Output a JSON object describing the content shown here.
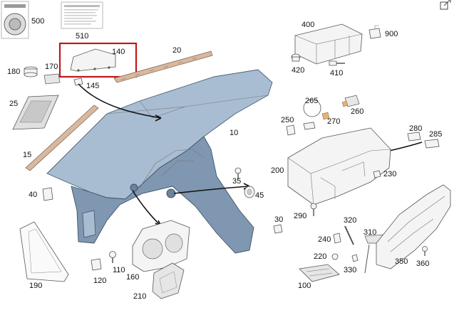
{
  "parts": [
    {
      "id": "part-500",
      "number": "500"
    },
    {
      "id": "part-510",
      "number": "510"
    },
    {
      "id": "part-400",
      "number": "400"
    },
    {
      "id": "part-900",
      "number": "900"
    },
    {
      "id": "part-420",
      "number": "420"
    },
    {
      "id": "part-410",
      "number": "410"
    },
    {
      "id": "part-140",
      "number": "140"
    },
    {
      "id": "part-20",
      "number": "20"
    },
    {
      "id": "part-180",
      "number": "180"
    },
    {
      "id": "part-170",
      "number": "170"
    },
    {
      "id": "part-145",
      "number": "145"
    },
    {
      "id": "part-25",
      "number": "25"
    },
    {
      "id": "part-15",
      "number": "15"
    },
    {
      "id": "part-10",
      "number": "10"
    },
    {
      "id": "part-265",
      "number": "265"
    },
    {
      "id": "part-260",
      "number": "260"
    },
    {
      "id": "part-250",
      "number": "250"
    },
    {
      "id": "part-270",
      "number": "270"
    },
    {
      "id": "part-280",
      "number": "280"
    },
    {
      "id": "part-285",
      "number": "285"
    },
    {
      "id": "part-200",
      "number": "200"
    },
    {
      "id": "part-230",
      "number": "230"
    },
    {
      "id": "part-40",
      "number": "40"
    },
    {
      "id": "part-35",
      "number": "35"
    },
    {
      "id": "part-45",
      "number": "45"
    },
    {
      "id": "part-30",
      "number": "30"
    },
    {
      "id": "part-290",
      "number": "290"
    },
    {
      "id": "part-320",
      "number": "320"
    },
    {
      "id": "part-240",
      "number": "240"
    },
    {
      "id": "part-310",
      "number": "310"
    },
    {
      "id": "part-220",
      "number": "220"
    },
    {
      "id": "part-330",
      "number": "330"
    },
    {
      "id": "part-350",
      "number": "350"
    },
    {
      "id": "part-360",
      "number": "360"
    },
    {
      "id": "part-100",
      "number": "100"
    },
    {
      "id": "part-110",
      "number": "110"
    },
    {
      "id": "part-120",
      "number": "120"
    },
    {
      "id": "part-190",
      "number": "190"
    },
    {
      "id": "part-160",
      "number": "160"
    },
    {
      "id": "part-210",
      "number": "210"
    }
  ],
  "colors": {
    "highlight_box": "#c2171b",
    "dashboard_fill": "#a9bdd2",
    "dashboard_stroke": "#4a5f75",
    "label_text": "#111111"
  },
  "icons": {
    "corner_arrow": "external-link-icon"
  }
}
